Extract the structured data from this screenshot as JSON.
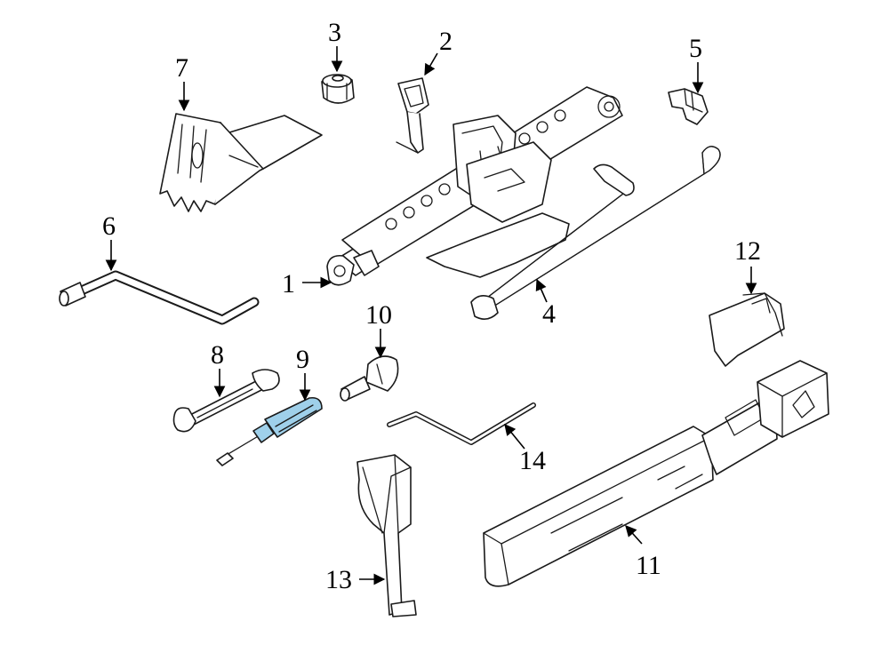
{
  "diagram": {
    "highlight_color": "#9fd0ea",
    "callouts": [
      {
        "id": "1",
        "label": "1"
      },
      {
        "id": "2",
        "label": "2"
      },
      {
        "id": "3",
        "label": "3"
      },
      {
        "id": "4",
        "label": "4"
      },
      {
        "id": "5",
        "label": "5"
      },
      {
        "id": "6",
        "label": "6"
      },
      {
        "id": "7",
        "label": "7"
      },
      {
        "id": "8",
        "label": "8"
      },
      {
        "id": "9",
        "label": "9"
      },
      {
        "id": "10",
        "label": "10"
      },
      {
        "id": "11",
        "label": "11"
      },
      {
        "id": "12",
        "label": "12"
      },
      {
        "id": "13",
        "label": "13"
      },
      {
        "id": "14",
        "label": "14"
      }
    ],
    "parts": [
      {
        "callout": "1",
        "icon": "scissor-jack-icon"
      },
      {
        "callout": "2",
        "icon": "bracket-icon"
      },
      {
        "callout": "3",
        "icon": "wing-nut-icon"
      },
      {
        "callout": "4",
        "icon": "jack-handle-icon"
      },
      {
        "callout": "5",
        "icon": "clip-icon"
      },
      {
        "callout": "6",
        "icon": "lug-wrench-icon"
      },
      {
        "callout": "7",
        "icon": "wheel-chock-icon"
      },
      {
        "callout": "8",
        "icon": "open-end-wrench-icon"
      },
      {
        "callout": "9",
        "icon": "screwdriver-icon",
        "highlighted": true
      },
      {
        "callout": "10",
        "icon": "knob-icon"
      },
      {
        "callout": "11",
        "icon": "storage-bag-icon"
      },
      {
        "callout": "12",
        "icon": "holder-icon"
      },
      {
        "callout": "13",
        "icon": "bracket-icon"
      },
      {
        "callout": "14",
        "icon": "rod-icon"
      }
    ]
  }
}
